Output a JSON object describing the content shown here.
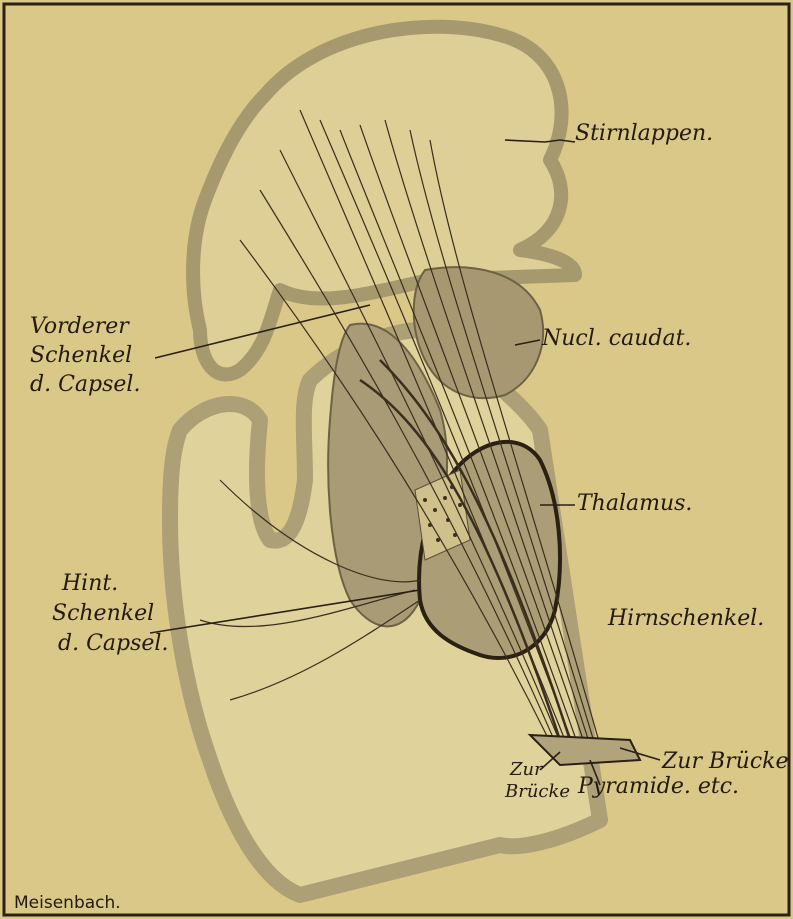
{
  "labels": {
    "stirnlappen": "Stirnlappen.",
    "vorderer_1": "Vorderer",
    "vorderer_2": "Schenkel",
    "vorderer_3": "d. Capsel.",
    "nucl_caudat": "Nucl. caudat.",
    "thalamus": "Thalamus.",
    "hint_1": "Hint.",
    "hint_2": "Schenkel",
    "hint_3": "d. Capsel.",
    "hirnschenkel": "Hirnschenkel.",
    "zur_bruecke_right": "Zur Brücke",
    "zur_bruecke_left_1": "Zur",
    "zur_bruecke_left_2": "Brücke",
    "pyramide": "Pyramide. etc."
  },
  "signature": "Meisenbach.",
  "colors": {
    "paper": "#d9c888",
    "tissue_light": "#ddcf95",
    "cortex": "#ab9f76",
    "nucleus": "#a89872",
    "ink": "#241a0e"
  }
}
